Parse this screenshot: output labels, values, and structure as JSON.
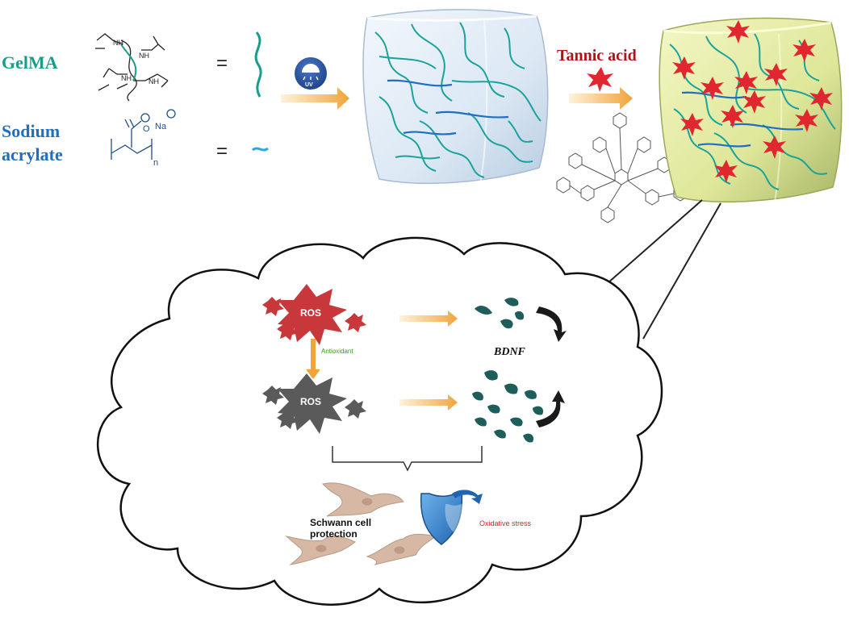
{
  "materials": {
    "gelma_label": "GelMA",
    "sodium_label_line1": "Sodium",
    "sodium_label_line2": "acrylate",
    "equals": "=",
    "na_label": "Na",
    "n_label": "n",
    "nh_label": "NH"
  },
  "uv": {
    "label": "UV"
  },
  "tannic": {
    "label": "Tannic acid"
  },
  "mechanism": {
    "ros_label": "ROS",
    "antioxidant_label": "Antioxidant",
    "bdnf_label": "BDNF",
    "schwann_line1": "Schwann cell",
    "schwann_line2": "protection",
    "oxidative_label": "Oxidative stress"
  },
  "colors": {
    "gelma_teal": "#1a9c8c",
    "sodium_blue": "#1f6fc0",
    "tannic_red": "#b01218",
    "star_red": "#e0262e",
    "ros_red": "#c8373a",
    "ros_gray": "#5a5a5a",
    "arrow_orange": "#f0a43a",
    "bdnf_teal": "#1e5e5a",
    "antioxidant_green": "#3a9a1a",
    "oxidative_red": "#d0282a",
    "shield_blue": "#2a7fc8",
    "cell_tan": "#d6b8a4"
  }
}
